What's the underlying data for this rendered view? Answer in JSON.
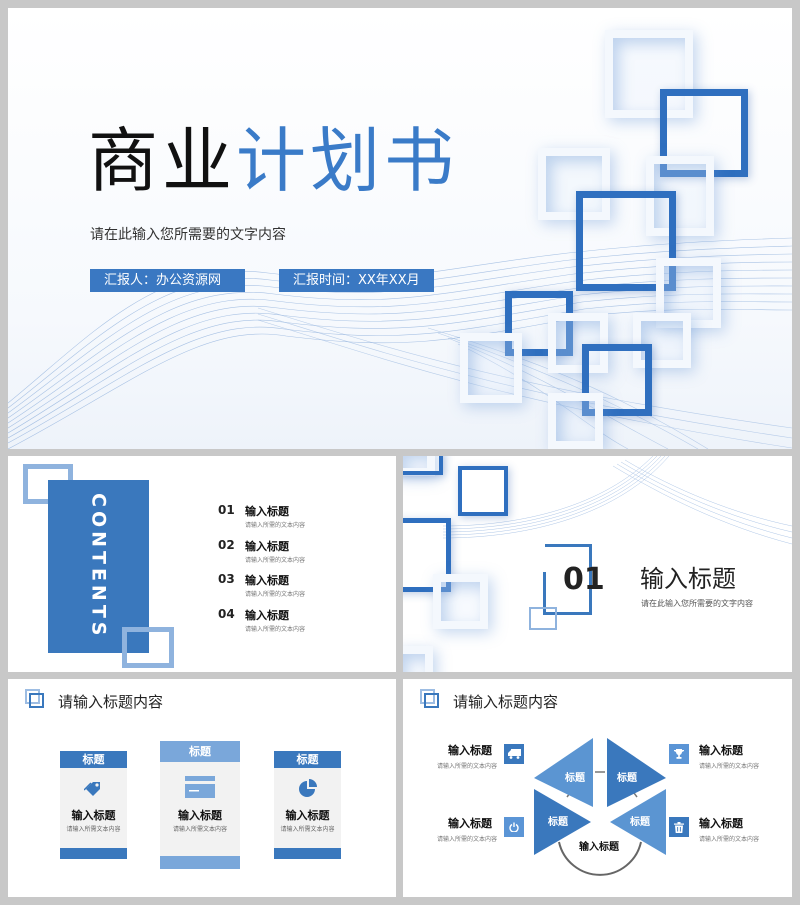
{
  "colors": {
    "primary": "#3a78bd",
    "primary_light": "#8fb3de",
    "card_header_light": "#7aa7da",
    "card_bg": "#f2f2f2",
    "background_gap": "#c8c8c8"
  },
  "slide1": {
    "title_black": "商业",
    "title_blue": "计划书",
    "subtitle": "请在此输入您所需要的文字内容",
    "reporter": "汇报人：办公资源网",
    "report_time": "汇报时间：XX年XX月"
  },
  "slide2": {
    "contents_label": "CONTENTS",
    "items": [
      {
        "num": "01",
        "title": "输入标题",
        "desc": "请输入所需的文本内容"
      },
      {
        "num": "02",
        "title": "输入标题",
        "desc": "请输入所需的文本内容"
      },
      {
        "num": "03",
        "title": "输入标题",
        "desc": "请输入所需的文本内容"
      },
      {
        "num": "04",
        "title": "输入标题",
        "desc": "请输入所需的文本内容"
      }
    ]
  },
  "slide3": {
    "number": "01",
    "title": "输入标题",
    "desc": "请在此输入您所需要的文字内容"
  },
  "slide4": {
    "header": "请输入标题内容",
    "cards": [
      {
        "head": "标题",
        "icon": "tag-icon",
        "title": "输入标题",
        "desc": "请输入所需文本内容"
      },
      {
        "head": "标题",
        "icon": "card-icon",
        "title": "输入标题",
        "desc": "请输入所需文本内容"
      },
      {
        "head": "标题",
        "icon": "pie-chart-icon",
        "title": "输入标题",
        "desc": "请输入所需文本内容"
      }
    ]
  },
  "slide5": {
    "header": "请输入标题内容",
    "center_label": "输入标题",
    "triangles": [
      "标题",
      "标题",
      "标题",
      "标题"
    ],
    "items": [
      {
        "title": "输入标题",
        "desc": "请输入所需的文本内容",
        "icon": "truck-icon"
      },
      {
        "title": "输入标题",
        "desc": "请输入所需的文本内容",
        "icon": "power-icon"
      },
      {
        "title": "输入标题",
        "desc": "请输入所需的文本内容",
        "icon": "trophy-icon"
      },
      {
        "title": "输入标题",
        "desc": "请输入所需的文本内容",
        "icon": "trash-icon"
      }
    ]
  }
}
